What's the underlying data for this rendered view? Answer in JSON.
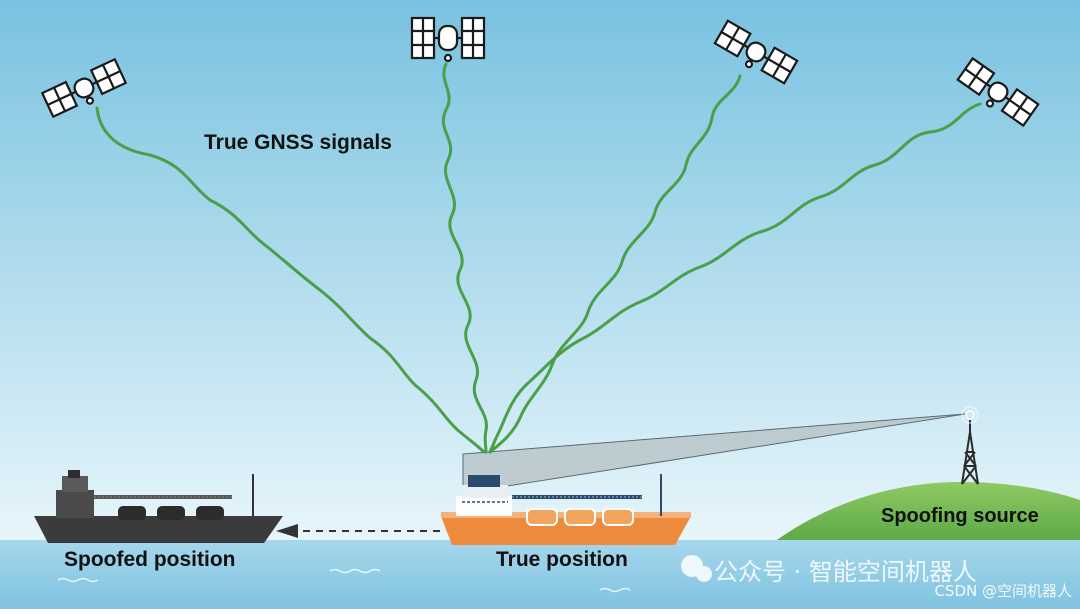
{
  "labels": {
    "true_signals": "True GNSS signals",
    "spoofed_position": "Spoofed position",
    "true_position": "True position",
    "spoofing_source": "Spoofing source"
  },
  "watermark": {
    "account": "公众号 · 智能空间机器人",
    "csdn": "CSDN @空间机器人"
  },
  "colors": {
    "sky_top": "#79c2e0",
    "sky_bottom": "#e9f6fb",
    "sea": "#93cde6",
    "signal": "#4aa04a",
    "ship_true": "#ee8a3c",
    "ship_spoofed": "#3f3f3f",
    "hill": "#7cbf5a",
    "beam": "#a9b9bd"
  },
  "icons": [
    "satellite-icon",
    "ship-icon",
    "radio-tower-icon",
    "wechat-icon"
  ]
}
